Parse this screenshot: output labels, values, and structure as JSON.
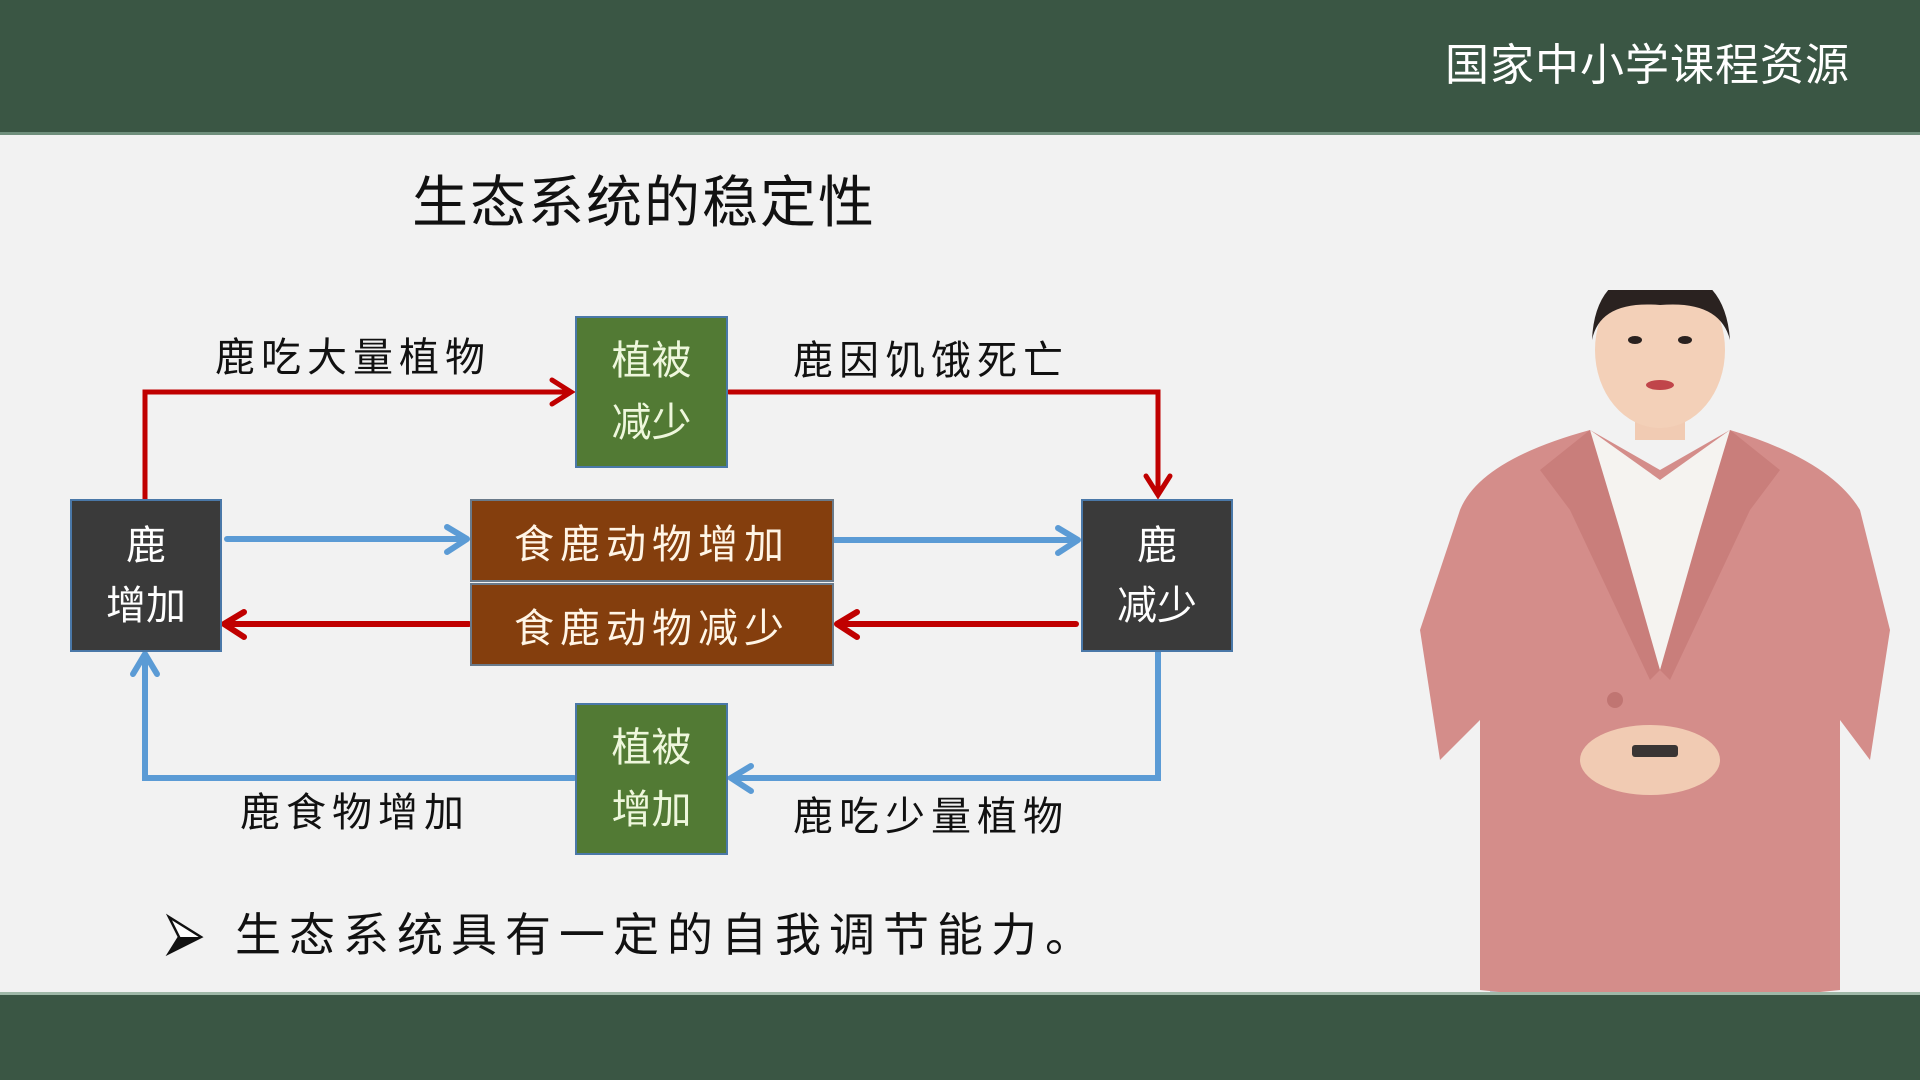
{
  "header": {
    "brand": "国家中小学课程资源",
    "background_color": "#3a5644"
  },
  "slide": {
    "title": "生态系统的稳定性",
    "statement_bullet_icon": "arrow-bullet-icon",
    "statement": "生态系统具有一定的自我调节能力。"
  },
  "diagram": {
    "nodes": {
      "deer_increase": {
        "line1": "鹿",
        "line2": "增加",
        "color": "#3a3a3a"
      },
      "deer_decrease": {
        "line1": "鹿",
        "line2": "减少",
        "color": "#3a3a3a"
      },
      "vegetation_decrease": {
        "line1": "植被",
        "line2": "减少",
        "color": "#527a34"
      },
      "vegetation_increase": {
        "line1": "植被",
        "line2": "增加",
        "color": "#527a34"
      },
      "predators_increase": {
        "label": "食鹿动物增加",
        "color": "#843e0d"
      },
      "predators_decrease": {
        "label": "食鹿动物减少",
        "color": "#843e0d"
      }
    },
    "edge_labels": {
      "deer_eat_many_plants": "鹿吃大量植物",
      "deer_die_of_hunger": "鹿因饥饿死亡",
      "deer_food_increase": "鹿食物增加",
      "deer_eat_few_plants": "鹿吃少量植物"
    },
    "colors": {
      "red_arrow": "#c00000",
      "blue_arrow": "#5b9bd5"
    }
  },
  "presenter": {
    "description": "Presenter in pink blazer standing on right side"
  }
}
